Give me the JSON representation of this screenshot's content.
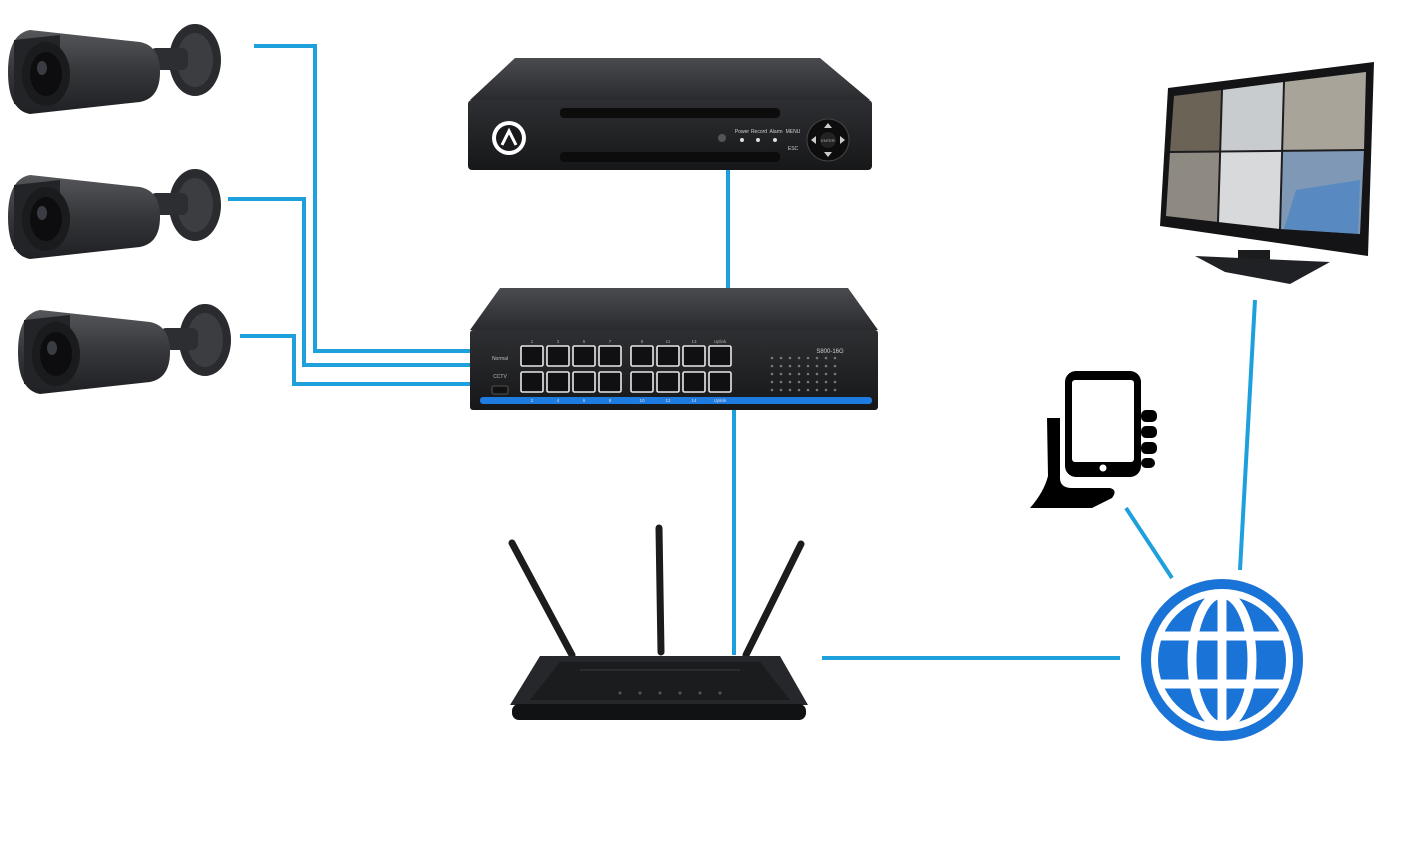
{
  "colors": {
    "cable": "#1ea0dc",
    "device_dark": "#2b2c2e",
    "device_mid": "#3a3b3e",
    "globe_blue": "#1a73d6",
    "switch_accent": "#1e7be0"
  },
  "icons": [
    "camera",
    "dvr",
    "switch",
    "router",
    "monitor",
    "hand-phone-icon",
    "globe-icon"
  ],
  "nvr": {
    "labels": [
      "Power",
      "Record",
      "Alarm",
      "MENU",
      "ESC"
    ],
    "enter": "ENTER"
  },
  "switch": {
    "model": "S800-16G",
    "mode_labels": [
      "Normal",
      "CCTV"
    ],
    "port_top_numbers": [
      "1",
      "3",
      "5",
      "7",
      "9",
      "11",
      "13",
      "Uplink"
    ],
    "port_bottom_numbers": [
      "2",
      "4",
      "6",
      "8",
      "10",
      "12",
      "14",
      "Uplink"
    ]
  }
}
